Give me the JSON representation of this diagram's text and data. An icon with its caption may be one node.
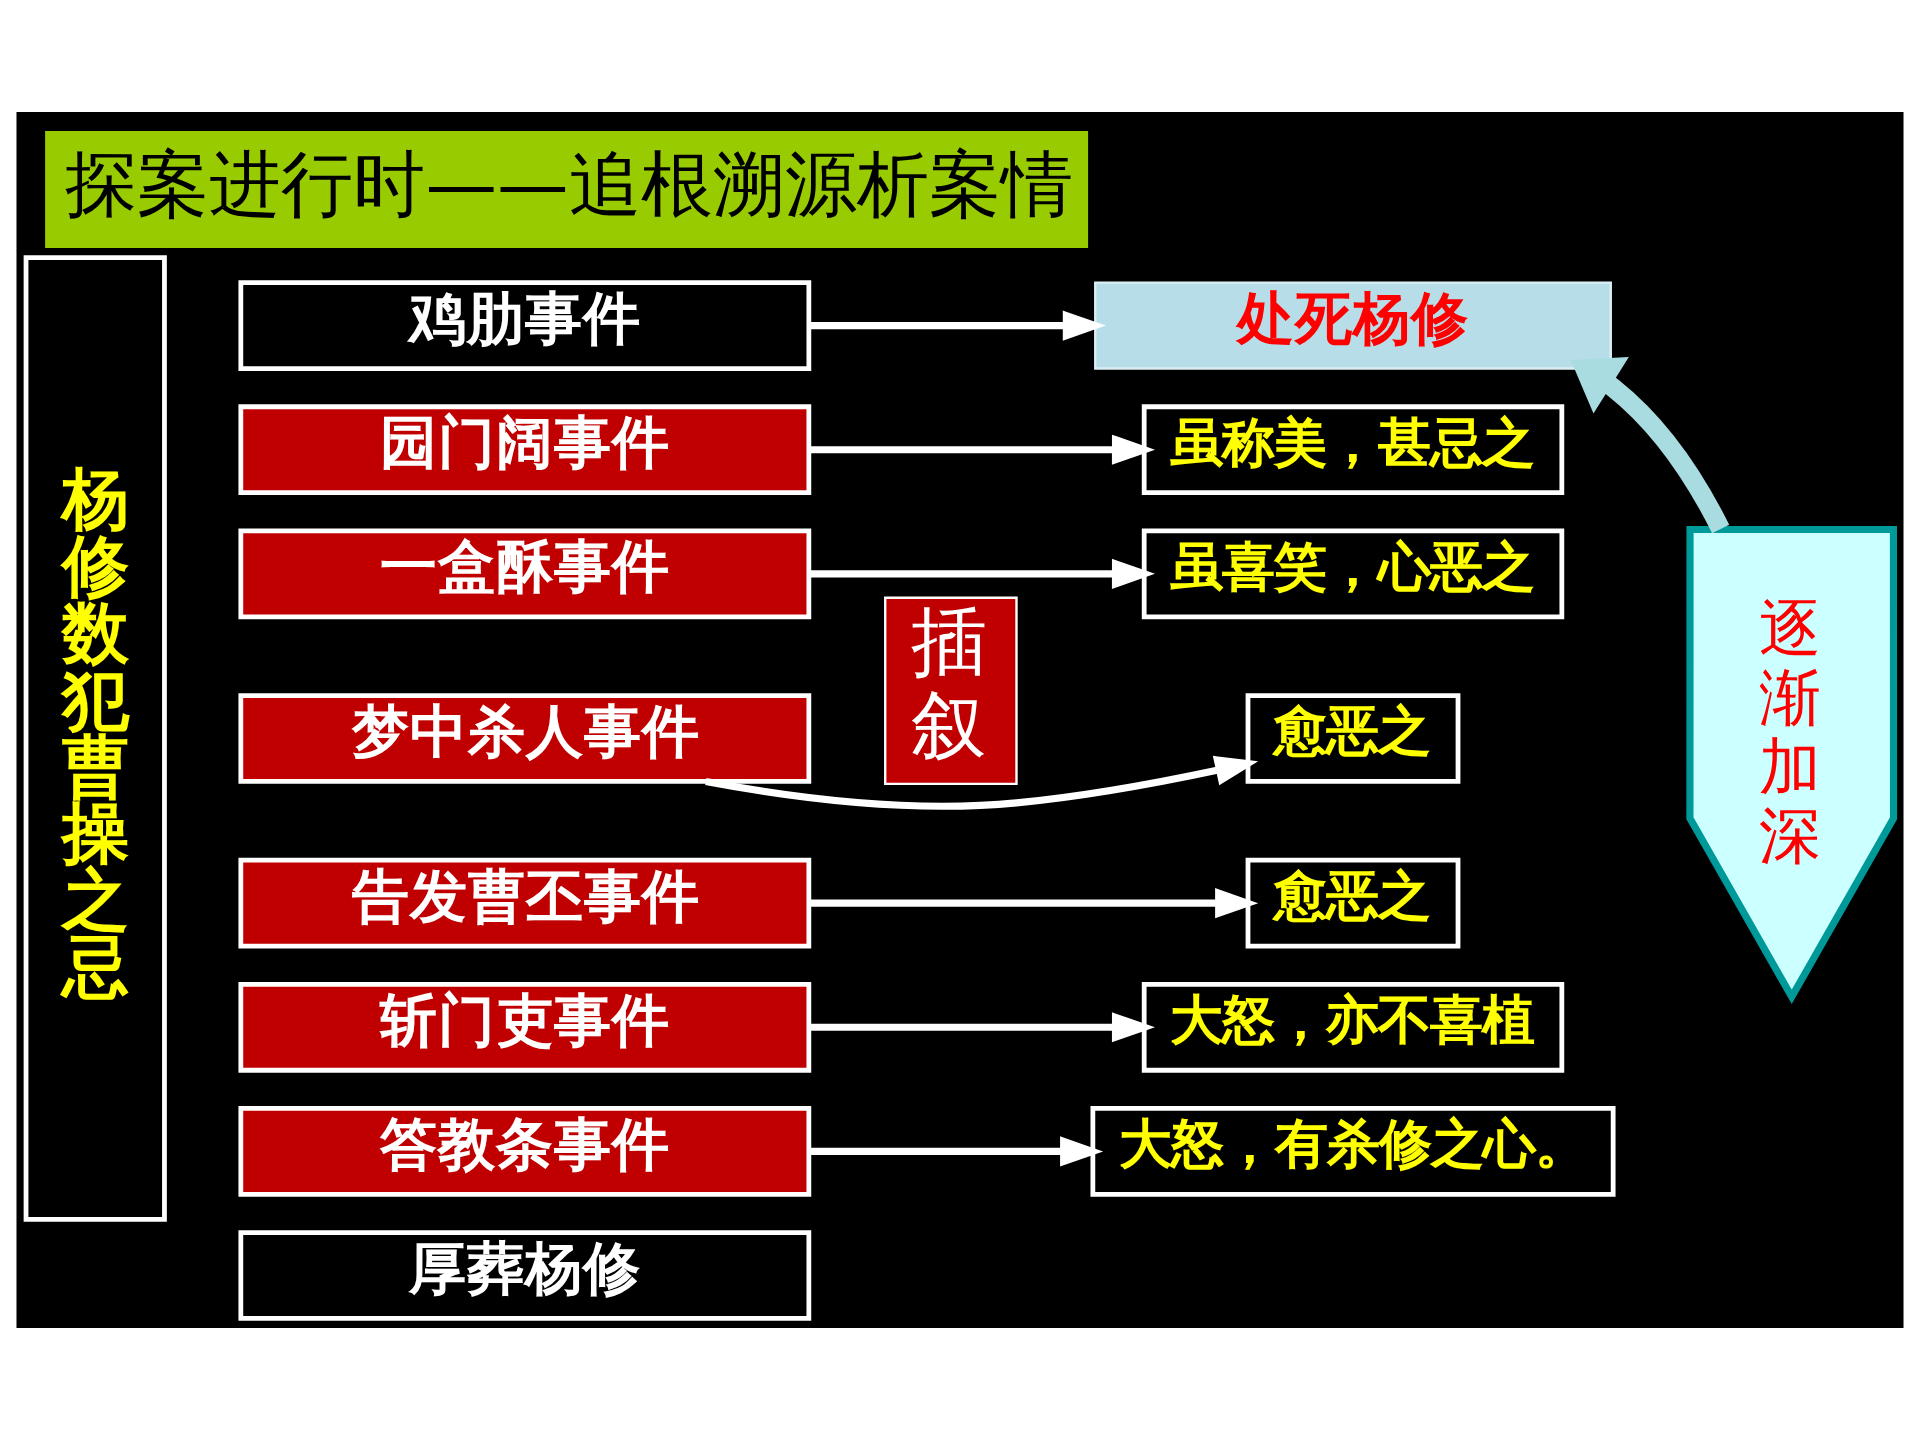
{
  "diagram": {
    "title": "探案进行时——追根溯源析案情",
    "nodes": [
      {
        "text": [
          "鸡肋事件"
        ]
      },
      {
        "text": [
          "处死杨修"
        ]
      },
      {
        "text": [
          "杨修数犯曹操之忌"
        ]
      },
      {
        "text": [
          "园门阔事件"
        ]
      },
      {
        "text": [
          "一盒酥事件"
        ]
      },
      {
        "text": [
          "梦中杀人事件"
        ]
      },
      {
        "text": [
          "告发曹丕事件"
        ]
      },
      {
        "text": [
          "斩门吏事件"
        ]
      },
      {
        "text": [
          "答教条事件"
        ]
      },
      {
        "text": [
          "厚葬杨修"
        ]
      },
      {
        "text": [
          "插叙"
        ]
      },
      {
        "text": [
          "虽称美，甚忌之"
        ]
      },
      {
        "text": [
          "虽喜笑，心恶之"
        ]
      },
      {
        "text": [
          "愈恶之"
        ]
      },
      {
        "text": [
          "愈恶之"
        ]
      },
      {
        "text": [
          "大怒，亦不喜植"
        ]
      },
      {
        "text": [
          "大怒，有杀修之心。"
        ]
      },
      {
        "text": [
          "逐渐加深"
        ]
      }
    ],
    "edges": [
      {
        "from": 0,
        "to": 1,
        "arrow": "to"
      },
      {
        "from": 3,
        "to": 11,
        "arrow": "to"
      },
      {
        "from": 4,
        "to": 12,
        "arrow": "to"
      },
      {
        "from": 5,
        "to": 13,
        "arrow": "to"
      },
      {
        "from": 6,
        "to": 14,
        "arrow": "to"
      },
      {
        "from": 7,
        "to": 15,
        "arrow": "to"
      },
      {
        "from": 8,
        "to": 16,
        "arrow": "to"
      },
      {
        "from": 17,
        "to": 1,
        "arrow": "to",
        "style": "thick",
        "color": "#a8dce0"
      }
    ]
  }
}
